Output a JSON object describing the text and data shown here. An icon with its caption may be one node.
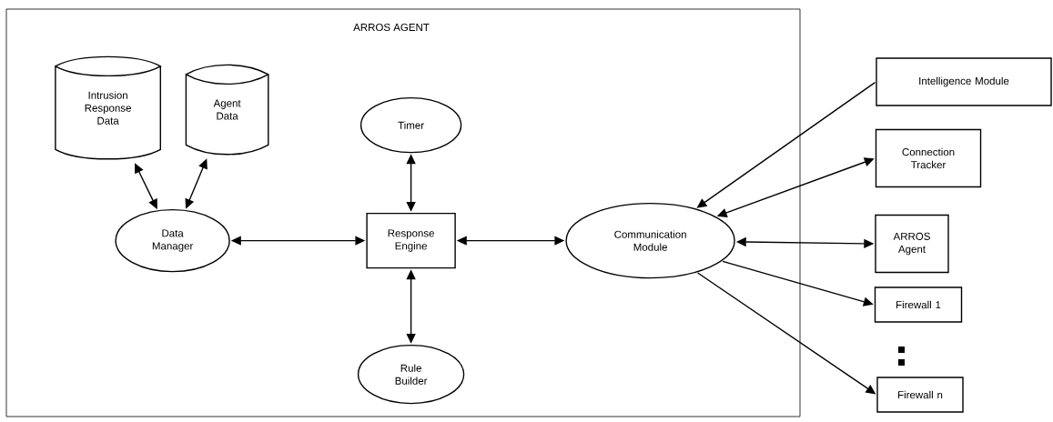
{
  "diagram": {
    "nodes": [
      {
        "text": [
          "ARROS AGENT"
        ]
      },
      {
        "text": [
          "Intrusion Response Data"
        ],
        "in": 0
      },
      {
        "text": [
          "Agent Data"
        ],
        "in": 0
      },
      {
        "text": [
          "Timer"
        ],
        "in": 0
      },
      {
        "text": [
          "Data Manager"
        ],
        "in": 0
      },
      {
        "text": [
          "Response Engine"
        ],
        "in": 0
      },
      {
        "text": [
          "Communication Module"
        ],
        "in": 0
      },
      {
        "text": [
          "Rule Builder"
        ],
        "in": 0
      },
      {
        "text": [
          "Intelligence Module"
        ]
      },
      {
        "text": [
          "Connection Tracker"
        ]
      },
      {
        "text": [
          "ARROS Agent"
        ]
      },
      {
        "text": [
          "Firewall 1"
        ]
      },
      {
        "text": [
          "Firewall n"
        ]
      }
    ],
    "edges": [
      {
        "from": 1,
        "to": 4,
        "arrow": "both"
      },
      {
        "from": 2,
        "to": 4,
        "arrow": "both"
      },
      {
        "from": 3,
        "to": 5,
        "arrow": "both"
      },
      {
        "from": 4,
        "to": 5,
        "arrow": "both"
      },
      {
        "from": 5,
        "to": 7,
        "arrow": "both"
      },
      {
        "from": 6,
        "to": 5,
        "arrow": "both"
      },
      {
        "from": 8,
        "to": 6,
        "arrow": "to"
      },
      {
        "from": 6,
        "to": 9,
        "arrow": "both"
      },
      {
        "from": 6,
        "to": 10,
        "arrow": "both"
      },
      {
        "from": 6,
        "to": 11,
        "arrow": "to"
      },
      {
        "from": 6,
        "to": 12,
        "arrow": "to"
      }
    ]
  }
}
